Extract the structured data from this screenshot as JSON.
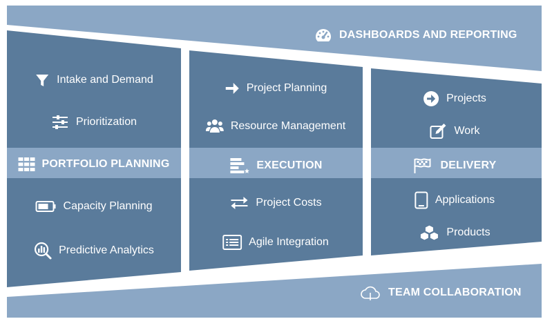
{
  "banners": {
    "top": {
      "label": "DASHBOARDS AND REPORTING",
      "icon": "dashboard-gauge-icon"
    },
    "bottom": {
      "label": "TEAM COLLABORATION",
      "icon": "cloud-icon"
    }
  },
  "columns": [
    {
      "header": {
        "label": "PORTFOLIO PLANNING",
        "icon": "grid-icon"
      },
      "items_above": [
        {
          "label": "Intake and Demand",
          "icon": "funnel-icon"
        },
        {
          "label": "Prioritization",
          "icon": "sliders-icon"
        }
      ],
      "items_below": [
        {
          "label": "Capacity Planning",
          "icon": "battery-icon"
        },
        {
          "label": "Predictive Analytics",
          "icon": "analytics-magnifier-icon"
        }
      ]
    },
    {
      "header": {
        "label": "EXECUTION",
        "icon": "gantt-icon"
      },
      "items_above": [
        {
          "label": "Project Planning",
          "icon": "arrow-right-icon"
        },
        {
          "label": "Resource Management",
          "icon": "people-icon"
        }
      ],
      "items_below": [
        {
          "label": "Project Costs",
          "icon": "exchange-arrows-icon"
        },
        {
          "label": "Agile Integration",
          "icon": "list-window-icon"
        }
      ]
    },
    {
      "header": {
        "label": "DELIVERY",
        "icon": "flags-icon"
      },
      "items_above": [
        {
          "label": "Projects",
          "icon": "circle-arrow-icon"
        },
        {
          "label": "Work",
          "icon": "edit-icon"
        }
      ],
      "items_below": [
        {
          "label": "Applications",
          "icon": "tablet-icon"
        },
        {
          "label": "Products",
          "icon": "cubes-icon"
        }
      ]
    }
  ],
  "colors": {
    "banner": "#8ba7c5",
    "panel": "#5a7b9b",
    "header_band": "#8ba7c5",
    "text": "#ffffff"
  }
}
